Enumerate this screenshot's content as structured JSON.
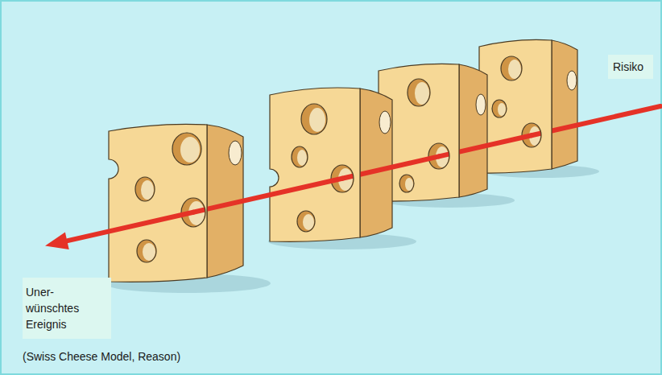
{
  "diagram": {
    "caption": "(Swiss Cheese Model, Reason)",
    "labels": [
      "Risiko",
      "Uner- wünschtes Ereignis"
    ]
  }
}
